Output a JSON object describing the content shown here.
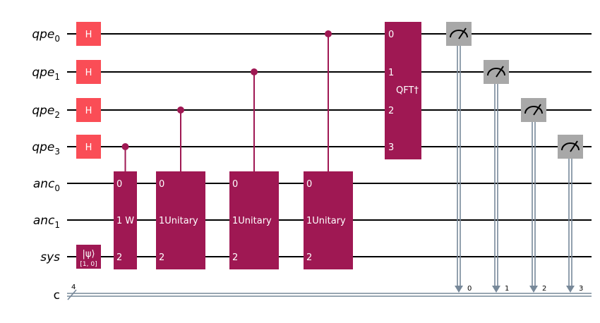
{
  "qubits": [
    {
      "base": "qpe",
      "sub": "0"
    },
    {
      "base": "qpe",
      "sub": "1"
    },
    {
      "base": "qpe",
      "sub": "2"
    },
    {
      "base": "qpe",
      "sub": "3"
    },
    {
      "base": "anc",
      "sub": "0"
    },
    {
      "base": "anc",
      "sub": "1"
    },
    {
      "base": "sys",
      "sub": ""
    }
  ],
  "classical": {
    "label": "c",
    "size": "4",
    "bits": [
      "0",
      "1",
      "2",
      "3"
    ]
  },
  "h_gate": "H",
  "init_gate": {
    "symbol": "|ψ⟩",
    "params": "[1, 0]"
  },
  "controlled_gates": [
    {
      "label": "W",
      "control": 3,
      "pins": [
        "0",
        "1",
        "2"
      ]
    },
    {
      "label": "Unitary",
      "control": 2,
      "pins": [
        "0",
        "1",
        "2"
      ]
    },
    {
      "label": "Unitary",
      "control": 1,
      "pins": [
        "0",
        "1",
        "2"
      ]
    },
    {
      "label": "Unitary",
      "control": 0,
      "pins": [
        "0",
        "1",
        "2"
      ]
    }
  ],
  "qft_gate": {
    "label": "QFT†",
    "pins": [
      "0",
      "1",
      "2",
      "3"
    ]
  },
  "colors": {
    "h": "#fa4d56",
    "custom": "#9f1853",
    "measure": "#a8a8a8",
    "classical_wire": "#778899",
    "wire": "#000000"
  }
}
